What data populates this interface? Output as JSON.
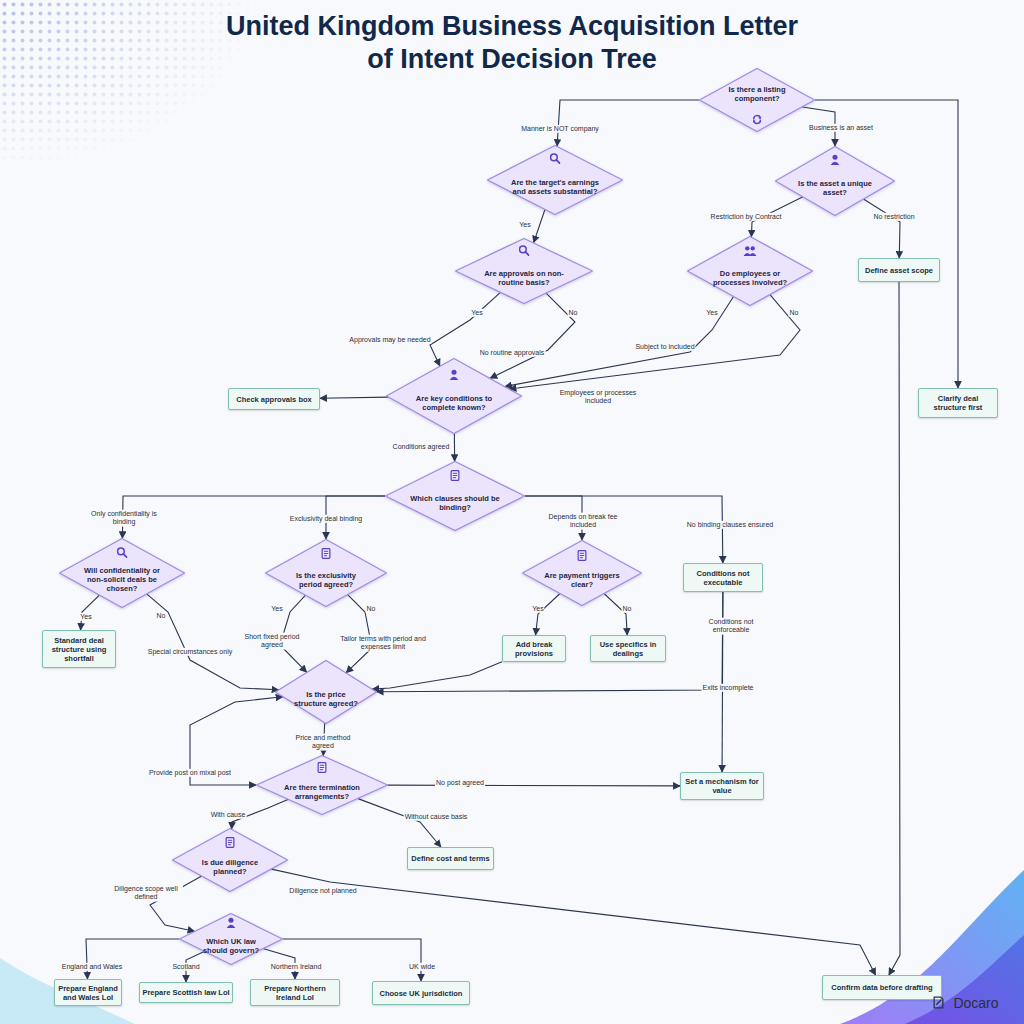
{
  "diagram": {
    "title": "United Kingdom Business Acquisition Letter of Intent Decision Tree",
    "nodes": [
      {
        "text": [
          "Is there a listing component?"
        ]
      },
      {
        "text": [
          "Are the target's earnings and assets substantial?"
        ]
      },
      {
        "text": [
          "Is the asset a unique asset?"
        ]
      },
      {
        "text": [
          "Are approvals on non-routine basis?"
        ]
      },
      {
        "text": [
          "Do employees or processes involved?"
        ]
      },
      {
        "text": [
          "Define asset scope"
        ]
      },
      {
        "text": [
          "Check approvals box"
        ]
      },
      {
        "text": [
          "Are key conditions to complete known?"
        ]
      },
      {
        "text": [
          "Clarify deal structure first"
        ]
      },
      {
        "text": [
          "Which clauses should be binding?"
        ]
      },
      {
        "text": [
          "Will confidentiality or non-solicit deals be chosen?"
        ]
      },
      {
        "text": [
          "Is the exclusivity period agreed?"
        ]
      },
      {
        "text": [
          "Are payment triggers clear?"
        ]
      },
      {
        "text": [
          "Conditions not executable"
        ]
      },
      {
        "text": [
          "Standard deal structure using shortfall"
        ]
      },
      {
        "text": [
          "Add break provisions"
        ]
      },
      {
        "text": [
          "Use specifics in dealings"
        ]
      },
      {
        "text": [
          "Is the price structure agreed?"
        ]
      },
      {
        "text": [
          "Are there termination arrangements?"
        ]
      },
      {
        "text": [
          "Set a mechanism for value"
        ]
      },
      {
        "text": [
          "Define cost and terms"
        ]
      },
      {
        "text": [
          "Is due diligence planned?"
        ]
      },
      {
        "text": [
          "Which UK law should govern?"
        ]
      },
      {
        "text": [
          "Prepare England and Wales LoI"
        ]
      },
      {
        "text": [
          "Prepare Scottish law LoI"
        ]
      },
      {
        "text": [
          "Prepare Northern Ireland LoI"
        ]
      },
      {
        "text": [
          "Choose UK jurisdiction"
        ]
      },
      {
        "text": [
          "Confirm data before drafting"
        ]
      }
    ],
    "edges": [
      {
        "from": 0,
        "to": 1,
        "label": "Manner is NOT company",
        "arrow": "to"
      },
      {
        "from": 0,
        "to": 2,
        "label": "Business is an asset",
        "arrow": "to"
      },
      {
        "from": 0,
        "to": 8,
        "arrow": "to"
      },
      {
        "from": 1,
        "to": 3,
        "label": "Yes",
        "arrow": "to"
      },
      {
        "from": 2,
        "to": 4,
        "label": "Restriction by Contract",
        "arrow": "to"
      },
      {
        "from": 2,
        "to": 5,
        "label": "No restriction",
        "arrow": "to"
      },
      {
        "from": 3,
        "to": 7,
        "label": "Yes",
        "arrow": "to"
      },
      {
        "from": 3,
        "to": 7,
        "label": "No",
        "arrow": "to"
      },
      {
        "from": 4,
        "to": 7,
        "label": "Yes",
        "arrow": "to"
      },
      {
        "from": 4,
        "to": 7,
        "label": "No",
        "arrow": "to"
      },
      {
        "from": 7,
        "to": 6,
        "arrow": "to"
      },
      {
        "from": 7,
        "to": 9,
        "label": "Conditions agreed",
        "arrow": "to"
      },
      {
        "from": 9,
        "to": 10,
        "label": "Only confidentiality is binding",
        "arrow": "to"
      },
      {
        "from": 9,
        "to": 11,
        "label": "Exclusivity deal binding",
        "arrow": "to"
      },
      {
        "from": 9,
        "to": 12,
        "label": "Depends on break fee included",
        "arrow": "to"
      },
      {
        "from": 9,
        "to": 13,
        "label": "No binding clauses ensured",
        "arrow": "to"
      },
      {
        "from": 10,
        "to": 14,
        "label": "Yes",
        "arrow": "to"
      },
      {
        "from": 10,
        "to": 17,
        "label": "No",
        "arrow": "to"
      },
      {
        "from": 11,
        "to": 17,
        "label": "Yes",
        "arrow": "to"
      },
      {
        "from": 11,
        "to": 17,
        "label": "No",
        "arrow": "to"
      },
      {
        "from": 12,
        "to": 15,
        "label": "Yes",
        "arrow": "to"
      },
      {
        "from": 12,
        "to": 16,
        "label": "No",
        "arrow": "to"
      },
      {
        "from": 15,
        "to": 17,
        "arrow": "to"
      },
      {
        "from": 13,
        "to": 19,
        "label": "Conditions not enforceable",
        "arrow": "to"
      },
      {
        "from": 13,
        "to": 17,
        "label": "Exits incomplete",
        "arrow": "to"
      },
      {
        "from": 17,
        "to": 18,
        "label": "Price and method agreed",
        "arrow": "to"
      },
      {
        "from": 18,
        "to": 17,
        "label": "Provide post on mixal post",
        "arrow": "both"
      },
      {
        "from": 18,
        "to": 19,
        "label": "No post agreed",
        "arrow": "to"
      },
      {
        "from": 18,
        "to": 20,
        "label": "Without cause basis",
        "arrow": "to"
      },
      {
        "from": 18,
        "to": 21,
        "label": "With cause",
        "arrow": "to"
      },
      {
        "from": 21,
        "to": 22,
        "label": "Diligence scope well defined",
        "arrow": "to"
      },
      {
        "from": 21,
        "to": 27,
        "label": "Diligence not planned",
        "arrow": "to"
      },
      {
        "from": 22,
        "to": 23,
        "label": "England and Wales",
        "arrow": "to"
      },
      {
        "from": 22,
        "to": 24,
        "label": "Scotland",
        "arrow": "to"
      },
      {
        "from": 22,
        "to": 25,
        "label": "Northern Ireland",
        "arrow": "to"
      },
      {
        "from": 22,
        "to": 26,
        "label": "UK wide",
        "arrow": "to"
      },
      {
        "from": 5,
        "to": 27,
        "arrow": "to"
      }
    ],
    "labels": [
      "Approvals may be needed",
      "No routine approvals",
      "Subject to included",
      "Employees or processes included",
      "Special circumstances only",
      "Short fixed period agreed",
      "Tailor terms with period and expenses limit",
      "Docaro"
    ]
  }
}
